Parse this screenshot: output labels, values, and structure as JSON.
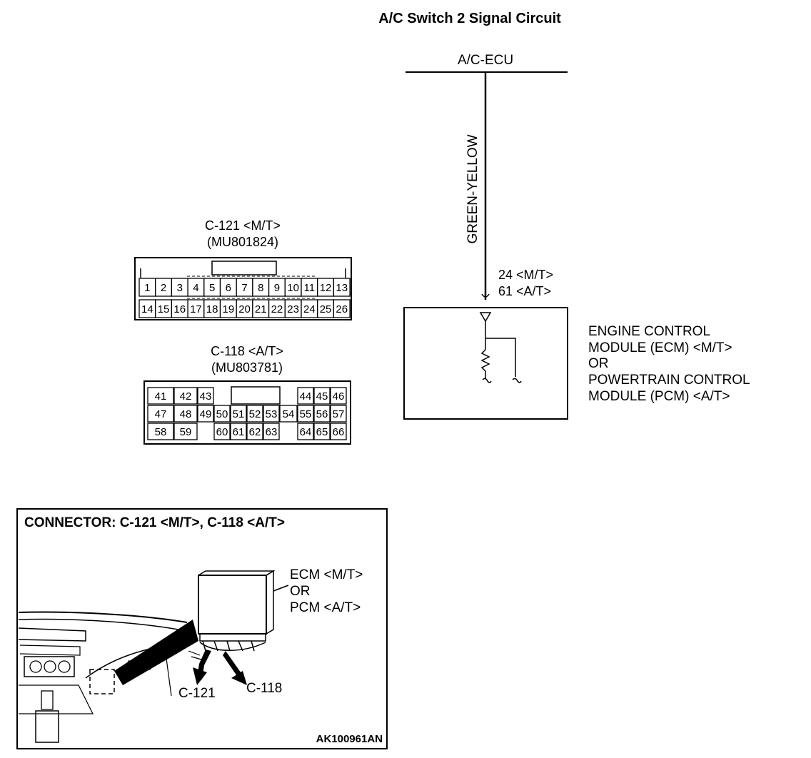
{
  "title": "A/C Switch 2 Signal Circuit",
  "ac_ecu_label": "A/C-ECU",
  "wire_color": "GREEN-YELLOW",
  "terminal_labels": [
    "24 <M/T>",
    "61 <A/T>"
  ],
  "module_label_lines": [
    "ENGINE CONTROL",
    "MODULE (ECM) <M/T>",
    "OR",
    "POWERTRAIN CONTROL",
    "MODULE (PCM) <A/T>"
  ],
  "connector_c121": {
    "name": "C-121 <M/T>",
    "part": "(MU801824)",
    "rows": [
      [
        "1",
        "2",
        "3",
        "4",
        "5",
        "6",
        "7",
        "8",
        "9",
        "10",
        "11",
        "12",
        "13"
      ],
      [
        "14",
        "15",
        "16",
        "17",
        "18",
        "19",
        "20",
        "21",
        "22",
        "23",
        "24",
        "25",
        "26"
      ]
    ]
  },
  "connector_c118": {
    "name": "C-118 <A/T>",
    "part": "(MU803781)",
    "rows": [
      [
        "41",
        "42",
        "43",
        "",
        "",
        "",
        "",
        "",
        "",
        "44",
        "45",
        "46"
      ],
      [
        "47",
        "48",
        "49",
        "50",
        "51",
        "52",
        "53",
        "54",
        "55",
        "56",
        "57"
      ],
      [
        "58",
        "59",
        "",
        "60",
        "61",
        "62",
        "63",
        "",
        "64",
        "65",
        "66"
      ]
    ]
  },
  "location_box": {
    "title": "CONNECTOR: C-121 <M/T>, C-118 <A/T>",
    "ecm_lines": [
      "ECM <M/T>",
      "OR",
      "PCM <A/T>"
    ],
    "callout_c121": "C-121",
    "callout_c118": "C-118",
    "figure_code": "AK100961AN"
  }
}
